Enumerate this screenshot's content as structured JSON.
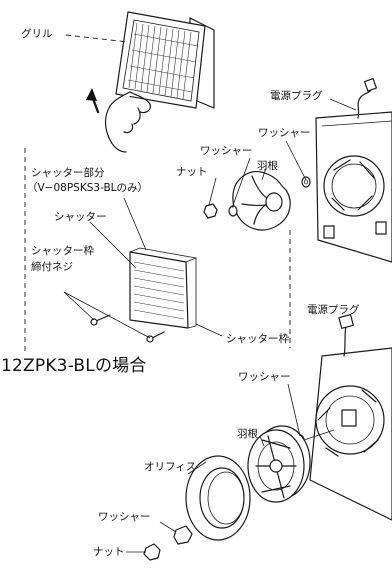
{
  "labels": {
    "grille": "グリル",
    "power_plug_top": "電源プラグ",
    "washer_top": "ワッシャー",
    "washer_top_left": "ワッシャー",
    "nut_top": "ナット",
    "blade_top": "羽根",
    "shutter_part": "シャッター部分",
    "shutter_part_models": "（V−08PSKS3-BLのみ）",
    "shutter": "シャッター",
    "shutter_frame_screw_1": "シャッター枠",
    "shutter_frame_screw_2": "締付ネジ",
    "shutter_frame": "シャッター枠",
    "power_plug_bottom": "電源プラグ",
    "section_title": "12ZPK3-BLの場合",
    "washer_bottom_right": "ワッシャー",
    "blade_bottom": "羽根",
    "orifice": "オリフィス",
    "washer_bottom_left": "ワッシャー",
    "nut_bottom": "ナット"
  }
}
